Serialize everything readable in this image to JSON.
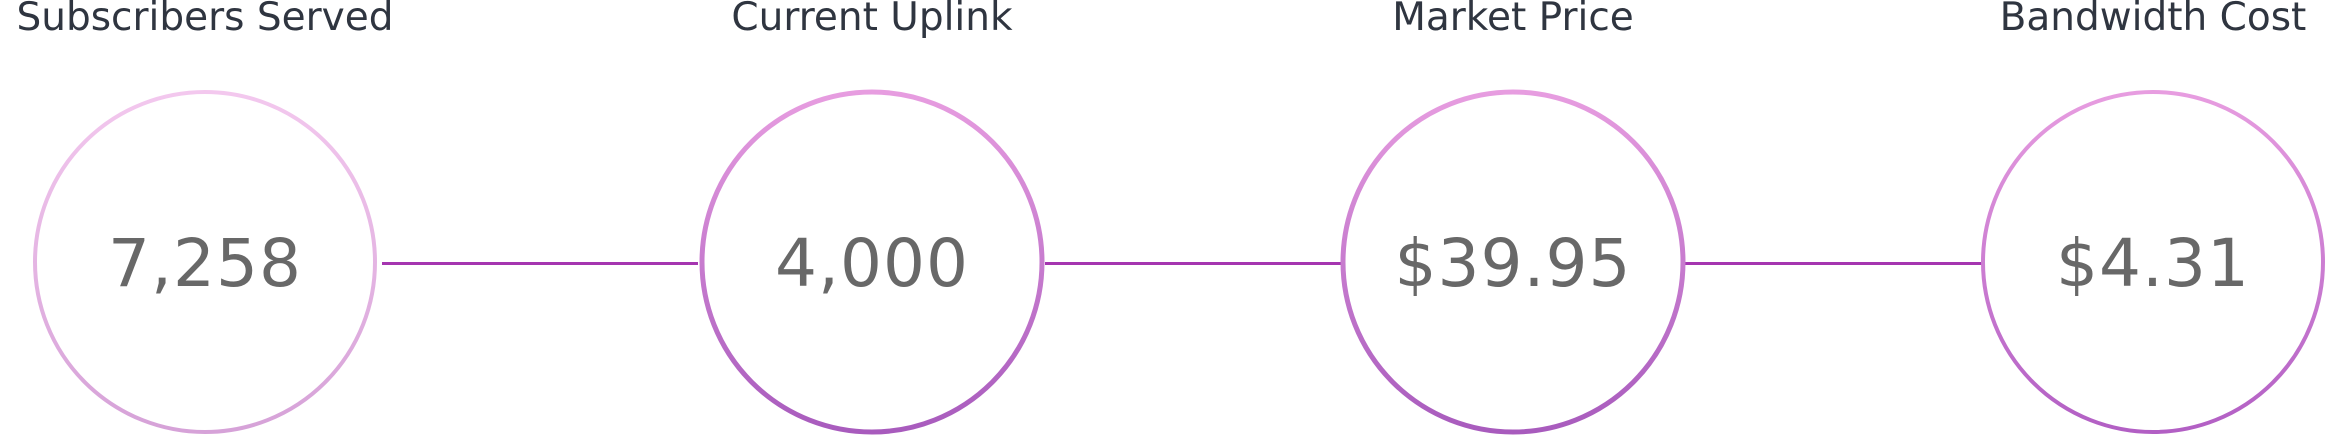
{
  "metrics": [
    {
      "label": "Subscribers Served",
      "value": "7,258",
      "ring_colors": [
        "#f3c8ee",
        "#d6a2d8"
      ]
    },
    {
      "label": "Current Uplink",
      "value": "4,000",
      "ring_colors": [
        "#e79de0",
        "#a85bbd"
      ]
    },
    {
      "label": "Market Price",
      "value": "$39.95",
      "ring_colors": [
        "#e79de0",
        "#a85bbd"
      ]
    },
    {
      "label": "Bandwidth Cost",
      "value": "$4.31",
      "ring_colors": [
        "#e79de0",
        "#b25fc4"
      ]
    }
  ],
  "connector_color": "#a535b0"
}
